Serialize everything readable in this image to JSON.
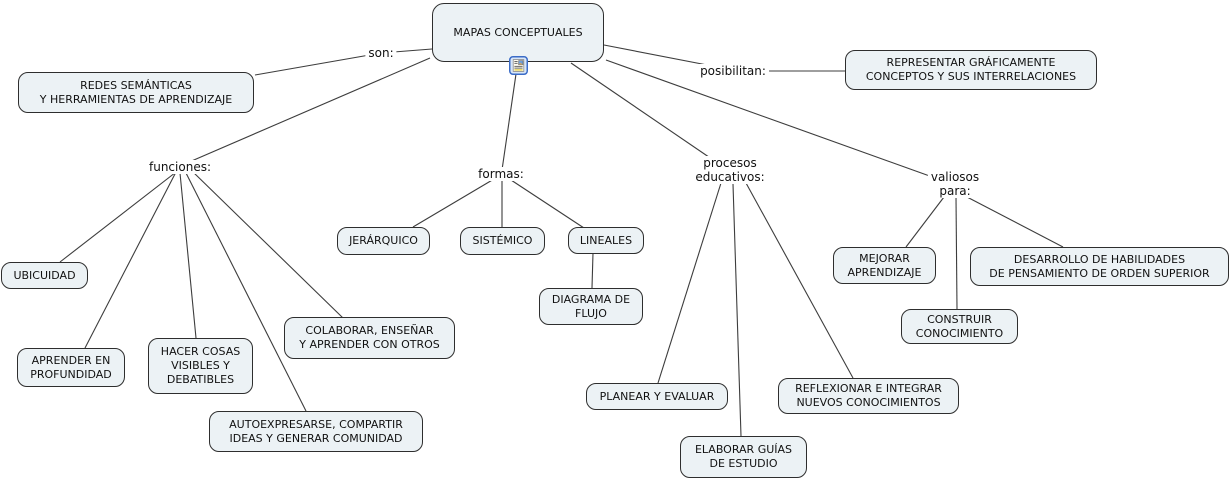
{
  "diagram": {
    "root_label": "MAPAS CONCEPTUALES",
    "linking_phrases": {
      "son": "son:",
      "posibilitan": "posibilitan:",
      "funciones": "funciones:",
      "formas": "formas:",
      "procesos_educativos": "procesos\neducativos:",
      "valiosos_para": "valiosos\npara:"
    },
    "concepts": {
      "redes": "REDES SEMÁNTICAS\nY HERRAMIENTAS DE APRENDIZAJE",
      "representar": "REPRESENTAR GRÁFICAMENTE\nCONCEPTOS Y SUS INTERRELACIONES",
      "ubicuidad": "UBICUIDAD",
      "aprender": "APRENDER EN\nPROFUNDIDAD",
      "hacer": "HACER COSAS\nVISIBLES Y\nDEBATIBLES",
      "colaborar": "COLABORAR, ENSEÑAR\nY APRENDER CON OTROS",
      "autoexpresarse": "AUTOEXPRESARSE, COMPARTIR\nIDEAS Y GENERAR COMUNIDAD",
      "jerarquico": "JERÁRQUICO",
      "sistemico": "SISTÉMICO",
      "lineales": "LINEALES",
      "diagrama_flujo": "DIAGRAMA DE\nFLUJO",
      "planear": "PLANEAR Y EVALUAR",
      "elaborar": "ELABORAR GUÍAS\nDE ESTUDIO",
      "reflexionar": "REFLEXIONAR E INTEGRAR\nNUEVOS CONOCIMIENTOS",
      "mejorar": "MEJORAR\nAPRENDIZAJE",
      "construir": "CONSTRUIR\nCONOCIMIENTO",
      "desarrollo": "DESARROLLO DE HABILIDADES\nDE PENSAMIENTO DE ORDEN SUPERIOR"
    },
    "relations": [
      {
        "from": "root",
        "label_key": "son",
        "to": [
          "redes"
        ]
      },
      {
        "from": "root",
        "label_key": "posibilitan",
        "to": [
          "representar"
        ]
      },
      {
        "from": "root",
        "label_key": "funciones",
        "to": [
          "ubicuidad",
          "aprender",
          "hacer",
          "colaborar",
          "autoexpresarse"
        ]
      },
      {
        "from": "root",
        "label_key": "formas",
        "to": [
          "jerarquico",
          "sistemico",
          "lineales"
        ]
      },
      {
        "from": "lineales",
        "label_key": null,
        "to": [
          "diagrama_flujo"
        ]
      },
      {
        "from": "root",
        "label_key": "procesos_educativos",
        "to": [
          "planear",
          "elaborar",
          "reflexionar"
        ]
      },
      {
        "from": "root",
        "label_key": "valiosos_para",
        "to": [
          "mejorar",
          "construir",
          "desarrollo"
        ]
      }
    ],
    "icons": {
      "root_resource": "document-image-resource-icon"
    },
    "colors": {
      "background": "#ffffff",
      "node_fill": "#ecf2f5",
      "node_border": "#2e2e2e",
      "line": "#3d3d3d",
      "icon_border": "#3b6cc7",
      "icon_fill": "#d7e6f8"
    }
  }
}
